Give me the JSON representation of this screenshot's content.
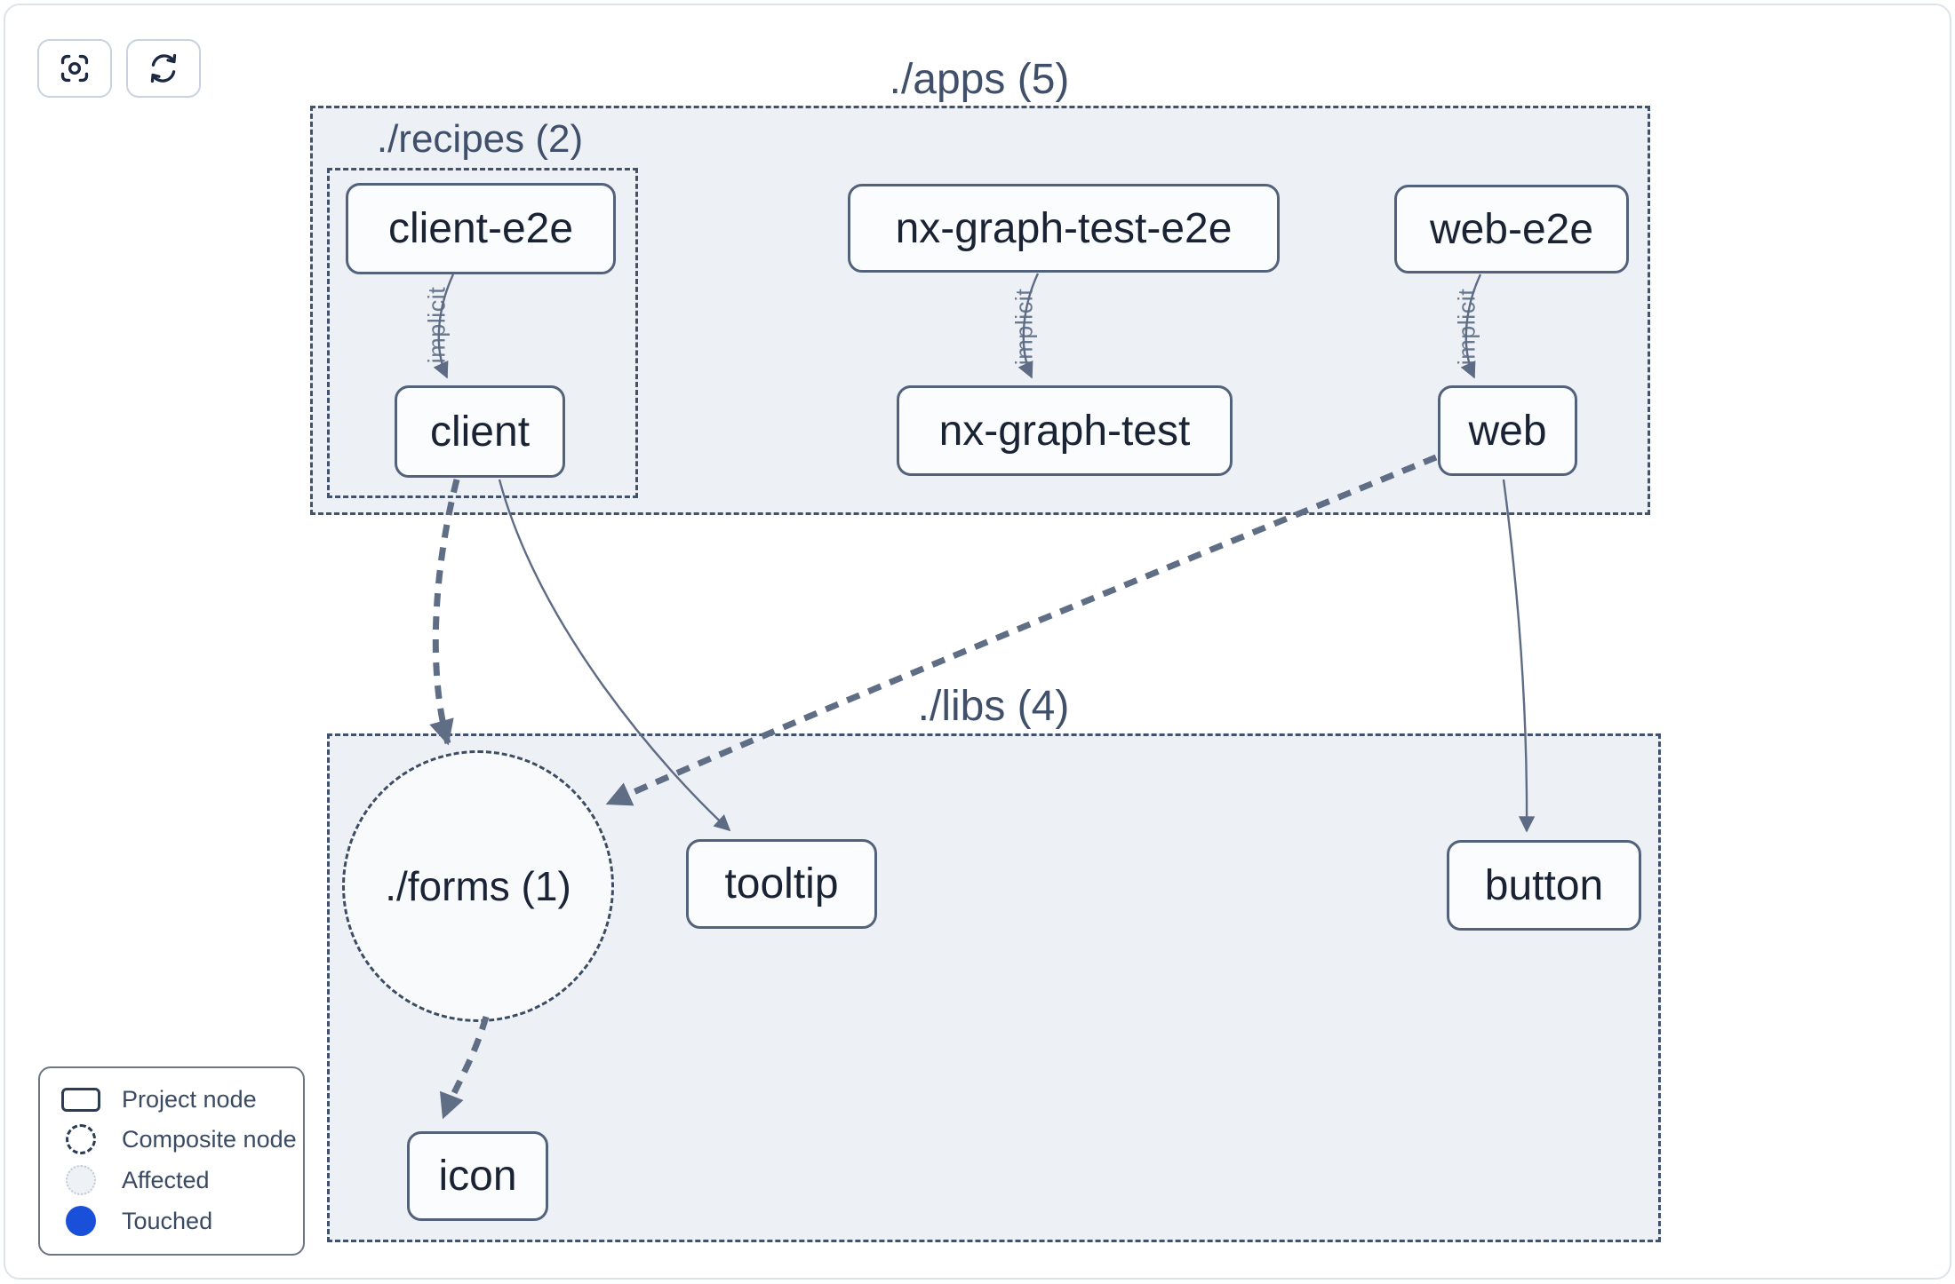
{
  "toolbar": {
    "buttons": [
      {
        "name": "focus",
        "icon": "focus-icon"
      },
      {
        "name": "refresh",
        "icon": "refresh-icon"
      }
    ]
  },
  "graph": {
    "containers": [
      {
        "id": "apps",
        "label": "./apps (5)"
      },
      {
        "id": "recipes",
        "label": "./recipes (2)"
      },
      {
        "id": "libs",
        "label": "./libs (4)"
      }
    ],
    "composite": [
      {
        "id": "forms",
        "label": "./forms (1)",
        "type": "composite-node"
      }
    ],
    "nodes": [
      {
        "id": "client-e2e",
        "label": "client-e2e"
      },
      {
        "id": "nx-graph-test-e2e",
        "label": "nx-graph-test-e2e"
      },
      {
        "id": "web-e2e",
        "label": "web-e2e"
      },
      {
        "id": "client",
        "label": "client"
      },
      {
        "id": "nx-graph-test",
        "label": "nx-graph-test"
      },
      {
        "id": "web",
        "label": "web"
      },
      {
        "id": "tooltip",
        "label": "tooltip"
      },
      {
        "id": "button",
        "label": "button"
      },
      {
        "id": "icon",
        "label": "icon"
      }
    ],
    "edges": [
      {
        "from": "client-e2e",
        "to": "client",
        "label": "implicit",
        "style": "solid-thin"
      },
      {
        "from": "nx-graph-test-e2e",
        "to": "nx-graph-test",
        "label": "implicit",
        "style": "solid-thin"
      },
      {
        "from": "web-e2e",
        "to": "web",
        "label": "implicit",
        "style": "solid-thin"
      },
      {
        "from": "client",
        "to": "./forms (1)",
        "style": "dashed-thick"
      },
      {
        "from": "client",
        "to": "tooltip",
        "style": "solid-thin"
      },
      {
        "from": "web",
        "to": "./forms (1)",
        "style": "dashed-thick"
      },
      {
        "from": "web",
        "to": "button",
        "style": "solid-thin"
      },
      {
        "from": "./forms (1)",
        "to": "icon",
        "style": "dashed-thick"
      }
    ]
  },
  "legend": {
    "items": [
      {
        "symbol": "project-node",
        "label": "Project node"
      },
      {
        "symbol": "composite-node",
        "label": "Composite node"
      },
      {
        "symbol": "affected",
        "label": "Affected"
      },
      {
        "symbol": "touched",
        "label": "Touched"
      }
    ]
  },
  "colors": {
    "touched_blue": "#1a4fd9",
    "affected_fill": "#eef1f5",
    "container_fill": "#edf1f6",
    "node_border": "#53627b",
    "edge": "#5d6c84"
  }
}
